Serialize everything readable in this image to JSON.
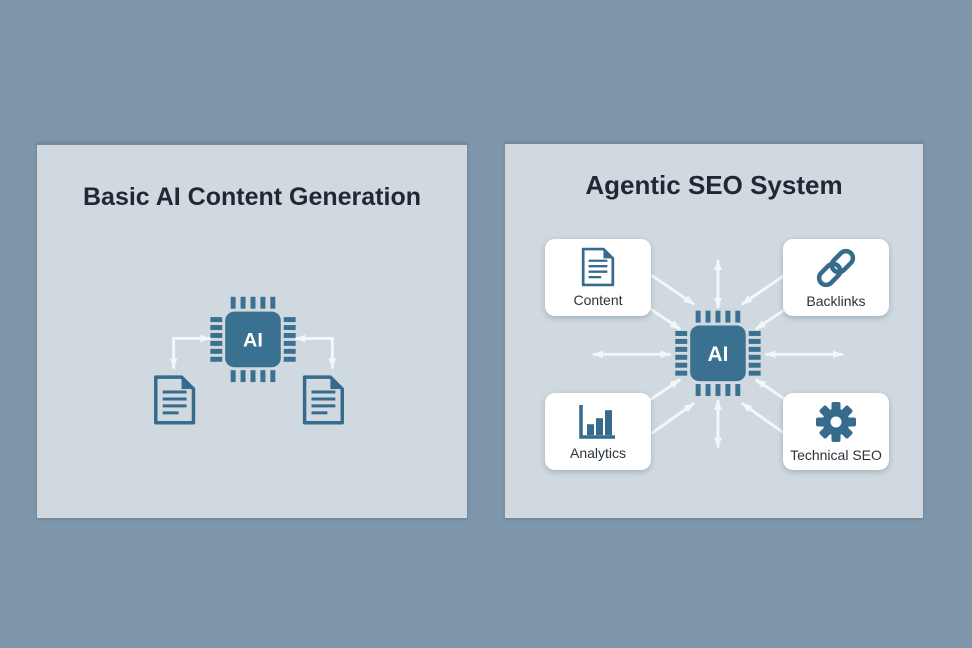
{
  "colors": {
    "outer-bg": "#7e96aa",
    "panel-bg": "#cfd9df",
    "panel-border": "#74899c",
    "chip-blue": "#3a7090",
    "icon-blue": "#376b8d",
    "arrow-white": "#f4f7f8",
    "title-text": "#1f2933",
    "label-text": "#2a333c",
    "card-bg": "#ffffff"
  },
  "left_panel": {
    "title": "Basic AI Content Generation",
    "chip_label": "AI",
    "icons": [
      "ai-chip-icon",
      "document-icon",
      "document-icon"
    ]
  },
  "right_panel": {
    "title": "Agentic SEO System",
    "chip_label": "AI",
    "cards": [
      {
        "label": "Content",
        "icon": "document-icon"
      },
      {
        "label": "Backlinks",
        "icon": "link-icon"
      },
      {
        "label": "Analytics",
        "icon": "bar-chart-icon"
      },
      {
        "label": "Technical SEO",
        "icon": "gear-icon"
      }
    ]
  }
}
